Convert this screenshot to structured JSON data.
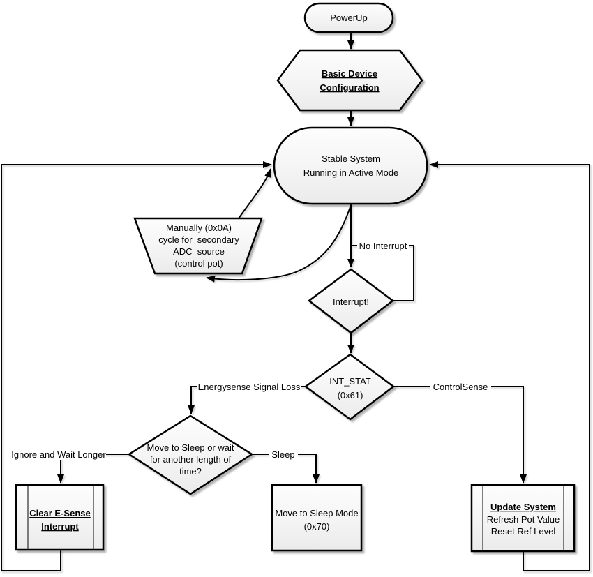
{
  "nodes": {
    "powerup": {
      "label": "PowerUp"
    },
    "basic_config": {
      "line1": "Basic Device",
      "line2": "Configuration"
    },
    "stable_system": {
      "line1": "Stable System",
      "line2": "Running in Active Mode"
    },
    "manual_cycle": {
      "line1": "Manually (0x0A)",
      "line2": "cycle for  secondary",
      "line3": "ADC  source",
      "line4": "(control pot)"
    },
    "interrupt": {
      "label": "Interrupt!"
    },
    "int_stat": {
      "line1": "INT_STAT",
      "line2": "(0x61)"
    },
    "sleep_decision": {
      "line1": "Move to Sleep or wait",
      "line2": "for another length of",
      "line3": "time?"
    },
    "clear_esense": {
      "line1": "Clear E-Sense",
      "line2": "Interrupt"
    },
    "sleep_mode": {
      "line1": "Move to Sleep Mode",
      "line2": "(0x70)"
    },
    "update_system": {
      "line1": "Update System",
      "line2": "Refresh Pot Value",
      "line3": "Reset Ref Level"
    }
  },
  "edge_labels": {
    "no_interrupt": "No Interrupt",
    "energysense": "Energysense Signal Loss",
    "controlsense": "ControlSense",
    "ignore_wait": "Ignore and Wait Longer",
    "sleep": "Sleep"
  },
  "colors": {
    "stroke": "#000000",
    "fill_top": "#fdfdfd",
    "fill_bottom": "#ebebeb",
    "background": "#ffffff"
  }
}
